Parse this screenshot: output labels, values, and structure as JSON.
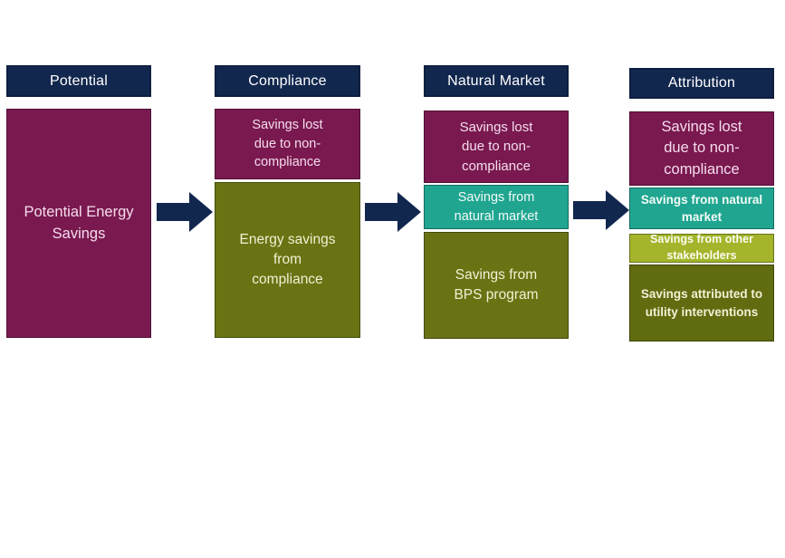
{
  "background": "#FFFFFF",
  "colors": {
    "header_navy": "#12274E",
    "arrow_navy": "#12274E",
    "magenta": "#791950",
    "olive": "#697313",
    "olive_dark": "#616B10",
    "teal": "#20A591",
    "light_green": "#A4B42B",
    "header_text": "#FFFFFF",
    "magenta_text": "#F6DCEC",
    "olive_text": "#F2F1D4"
  },
  "columns": [
    {
      "header": "Potential",
      "blocks": [
        {
          "label": "Potential Energy\nSavings",
          "color": "magenta"
        }
      ]
    },
    {
      "header": "Compliance",
      "blocks": [
        {
          "label": "Savings lost\ndue to non-\ncompliance",
          "color": "magenta"
        },
        {
          "label": "Energy savings\nfrom\ncompliance",
          "color": "olive"
        }
      ]
    },
    {
      "header": "Natural Market",
      "blocks": [
        {
          "label": "Savings lost\ndue to non-\ncompliance",
          "color": "magenta"
        },
        {
          "label": "Savings from\nnatural market",
          "color": "teal"
        },
        {
          "label": "Savings from\nBPS program",
          "color": "olive"
        }
      ]
    },
    {
      "header": "Attribution",
      "blocks": [
        {
          "label": "Savings lost\ndue to non-\ncompliance",
          "color": "magenta"
        },
        {
          "label": "Savings from natural\nmarket",
          "color": "teal"
        },
        {
          "label": "Savings from other\nstakeholders",
          "color": "light_green"
        },
        {
          "label": "Savings attributed to\nutility interventions",
          "color": "olive_dark"
        }
      ]
    }
  ],
  "arrows": [
    {
      "glyph": "right-block-arrow"
    },
    {
      "glyph": "right-block-arrow"
    },
    {
      "glyph": "right-block-arrow"
    }
  ]
}
